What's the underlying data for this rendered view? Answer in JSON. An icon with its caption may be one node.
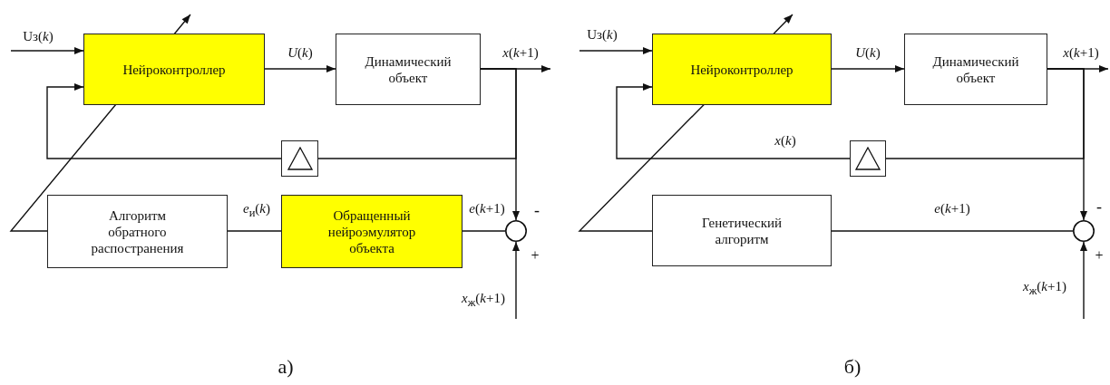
{
  "diagram": {
    "nodes": [
      {
        "text": [
          "Нейроконтроллер"
        ]
      },
      {
        "text": [
          "Динамический объект"
        ]
      },
      {
        "text": [],
        "shape": "box"
      },
      {
        "text": [
          "Алгоритм обратного распостранения"
        ]
      },
      {
        "text": [
          "Обращенный нейроэмулятор объекта"
        ]
      },
      {
        "text": [],
        "shape": "circle"
      },
      {
        "text": [
          "Нейроконтроллер"
        ]
      },
      {
        "text": [
          "Динамический объект"
        ]
      },
      {
        "text": [],
        "shape": "box"
      },
      {
        "text": [
          "Генетический алгоритм"
        ]
      },
      {
        "text": [],
        "shape": "circle"
      }
    ],
    "edges": [
      {
        "from": null,
        "to": 0,
        "arrow": "to",
        "label": "Uз(*k*)"
      },
      {
        "from": 0,
        "to": 1,
        "arrow": "to",
        "label": "*U*(*k*)"
      },
      {
        "from": 1,
        "to": null,
        "arrow": "to",
        "label": "*x*(*k*+1)"
      },
      {
        "from": 1,
        "to": 5,
        "arrow": "to"
      },
      {
        "from": 1,
        "to": 2,
        "arrow": "none"
      },
      {
        "from": 2,
        "to": 0,
        "arrow": "to"
      },
      {
        "from": null,
        "to": 5,
        "arrow": "to",
        "label": "*x*$_{ж}$(*k*+1)"
      },
      {
        "from": 5,
        "to": 4,
        "arrow": "none",
        "label": "*e*(*k*+1)"
      },
      {
        "from": 4,
        "to": 3,
        "arrow": "none",
        "label": "*e*$_{и}$(*k*)"
      },
      {
        "from": 3,
        "to": 0,
        "arrow": "to"
      },
      {
        "from": null,
        "to": 6,
        "arrow": "to",
        "label": "Uз(*k*)"
      },
      {
        "from": 6,
        "to": 7,
        "arrow": "to",
        "label": "*U*(*k*)"
      },
      {
        "from": 7,
        "to": null,
        "arrow": "to",
        "label": "*x*(*k*+1)"
      },
      {
        "from": 7,
        "to": 10,
        "arrow": "to"
      },
      {
        "from": 7,
        "to": 8,
        "arrow": "none"
      },
      {
        "from": 8,
        "to": 6,
        "arrow": "to",
        "label": "*x*(*k*)"
      },
      {
        "from": null,
        "to": 10,
        "arrow": "to",
        "label": "*x*$_{ж}$(*k*+1)"
      },
      {
        "from": 10,
        "to": 9,
        "arrow": "none",
        "label": "*e*(*k*+1)"
      },
      {
        "from": 9,
        "to": 6,
        "arrow": "to"
      }
    ],
    "labels": [
      "-",
      "+",
      "а)",
      "-",
      "+",
      "б)"
    ]
  }
}
